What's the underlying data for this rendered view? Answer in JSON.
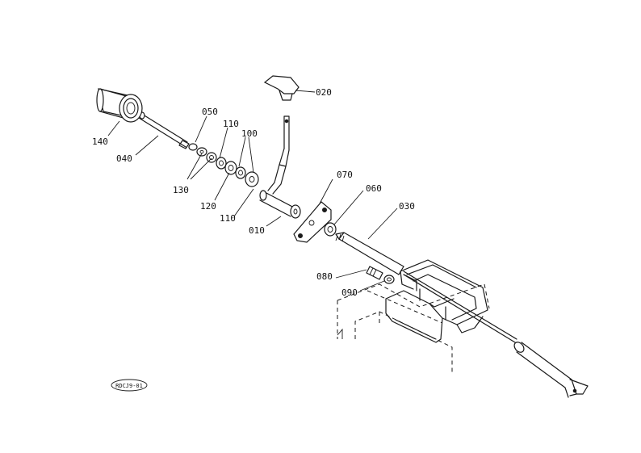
{
  "diagram": {
    "callouts": [
      {
        "id": "p020",
        "text": "020"
      },
      {
        "id": "p050",
        "text": "050"
      },
      {
        "id": "p110a",
        "text": "110"
      },
      {
        "id": "p100",
        "text": "100"
      },
      {
        "id": "p140",
        "text": "140"
      },
      {
        "id": "p040",
        "text": "040"
      },
      {
        "id": "p130",
        "text": "130"
      },
      {
        "id": "p120",
        "text": "120"
      },
      {
        "id": "p110b",
        "text": "110"
      },
      {
        "id": "p010",
        "text": "010"
      },
      {
        "id": "p070",
        "text": "070"
      },
      {
        "id": "p060",
        "text": "060"
      },
      {
        "id": "p030",
        "text": "030"
      },
      {
        "id": "p080",
        "text": "080"
      },
      {
        "id": "p090",
        "text": "090"
      }
    ],
    "stamp": {
      "text": "RDCJ9-01"
    }
  }
}
